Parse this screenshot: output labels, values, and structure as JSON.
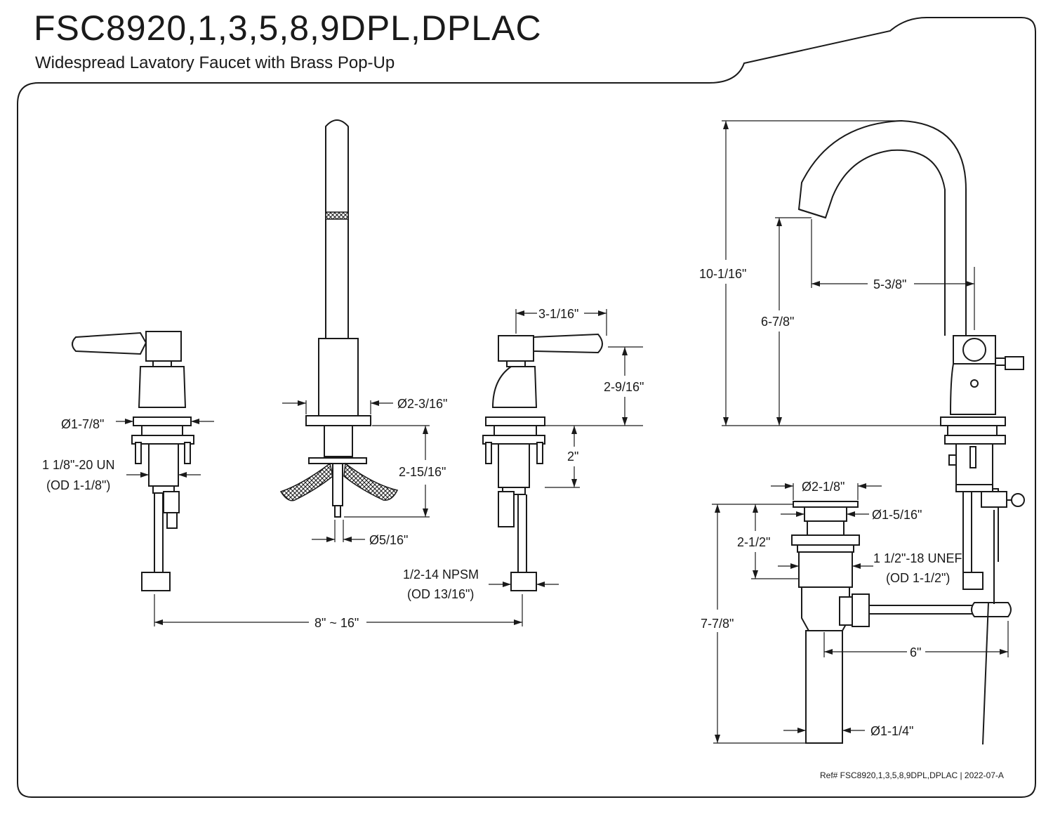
{
  "header": {
    "title": "FSC8920,1,3,5,8,9DPL,DPLAC",
    "subtitle": "Widespread Lavatory Faucet with Brass Pop-Up"
  },
  "dimensions": {
    "handle_flange_dia": "Ø1-7/8\"",
    "handle_thread_line1": "1 1/8\"-20 UN",
    "handle_thread_line2": "(OD 1-1/8\")",
    "spout_base_dia": "Ø2-3/16\"",
    "spout_shank_length": "2-15/16\"",
    "spout_supply_dia": "Ø5/16\"",
    "lever_length": "3-1/16\"",
    "handle_height": "2-9/16\"",
    "handle_shank_length": "2\"",
    "supply_thread_line1": "1/2-14 NPSM",
    "supply_thread_line2": "(OD 13/16\")",
    "center_spread": "8\" ~ 16\"",
    "overall_height": "10-1/16\"",
    "spout_clearance": "6-7/8\"",
    "spout_reach": "5-3/8\"",
    "drain_flange_dia": "Ø2-1/8\"",
    "drain_body_dia": "Ø1-5/16\"",
    "drain_upper_height": "2-1/2\"",
    "drain_thread_line1": "1 1/2\"-18 UNEF",
    "drain_thread_line2": "(OD 1-1/2\")",
    "drain_total_height": "7-7/8\"",
    "rod_length": "6\"",
    "tailpiece_dia": "Ø1-1/4\""
  },
  "footer": {
    "ref": "Ref# FSC8920,1,3,5,8,9DPL,DPLAC | 2022-07-A"
  }
}
